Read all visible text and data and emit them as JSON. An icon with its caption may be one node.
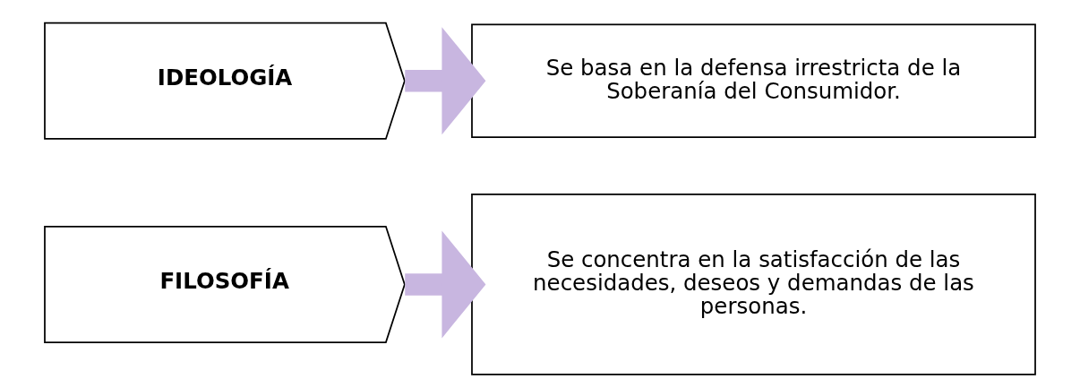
{
  "diagram": {
    "nodes": [
      {
        "text": [
          "IDEOLOGÍA"
        ]
      },
      {
        "text": [
          "Se basa en la defensa irrestricta de la Soberanía del Consumidor."
        ]
      },
      {
        "text": [
          "FILOSOFÍA"
        ]
      },
      {
        "text": [
          "Se concentra en la satisfacción de las necesidades, deseos y demandas de las personas."
        ]
      }
    ],
    "edges": [
      {
        "from": 0,
        "to": 1,
        "arrow": "to"
      },
      {
        "from": 2,
        "to": 3,
        "arrow": "to"
      }
    ]
  }
}
